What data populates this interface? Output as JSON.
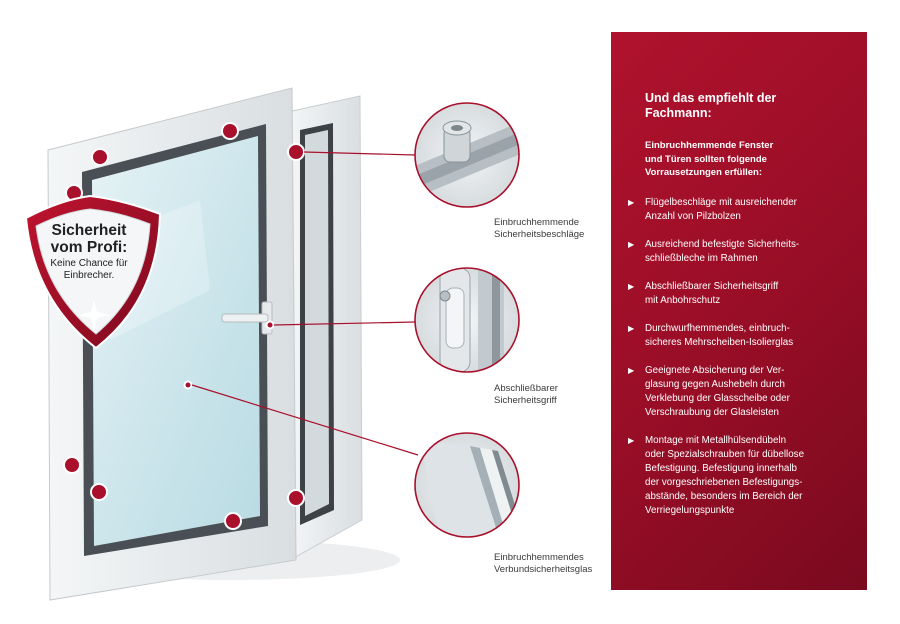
{
  "shield": {
    "title_lines": [
      "Sicherheit",
      "vom Profi:"
    ],
    "subtitle_lines": [
      "Keine Chance für",
      "Einbrecher."
    ]
  },
  "captions": [
    {
      "lines": [
        "Einbruchhemmende",
        "Sicherheitsbeschläge"
      ]
    },
    {
      "lines": [
        "Abschließbarer",
        "Sicherheitsgriff"
      ]
    },
    {
      "lines": [
        "Einbruchhemmendes",
        "Verbundsicherheitsglas"
      ]
    }
  ],
  "panel": {
    "heading_lines": [
      "Und das empfiehlt der",
      "Fachmann:"
    ],
    "intro_lines": [
      "Einbruchhemmende Fenster",
      "und Türen sollten folgende",
      "Vorrausetzungen erfüllen:"
    ],
    "bullet_marker": "▶",
    "bullets": [
      {
        "lines": [
          "Flügelbeschläge mit ausreichender",
          "Anzahl von Pilzbolzen"
        ]
      },
      {
        "lines": [
          "Ausreichend befestigte Sicherheits-",
          "schließbleche im Rahmen"
        ]
      },
      {
        "lines": [
          "Abschließbarer Sicherheitsgriff",
          "mit Anbohrschutz"
        ]
      },
      {
        "lines": [
          "Durchwurfhemmendes, einbruch-",
          "sicheres Mehrscheiben-Isolierglas"
        ]
      },
      {
        "lines": [
          "Geeignete Absicherung der Ver-",
          "glasung gegen Aushebeln durch",
          "Verklebung der Glasscheibe oder",
          "Verschraubung der Glasleisten"
        ]
      },
      {
        "lines": [
          "Montage mit Metallhülsendübeln",
          "oder Spezialschrauben für dübellose",
          "Befestigung. Befestigung innerhalb",
          "der vorgeschriebenen Befestigungs-",
          "abstände, besonders im Bereich der",
          "Verriegelungspunkte"
        ]
      }
    ]
  },
  "colors": {
    "accent": "#a8102b",
    "panel_dark": "#7a0a1f",
    "frame": "#e9ecef",
    "glass": "#cfe7ee"
  }
}
